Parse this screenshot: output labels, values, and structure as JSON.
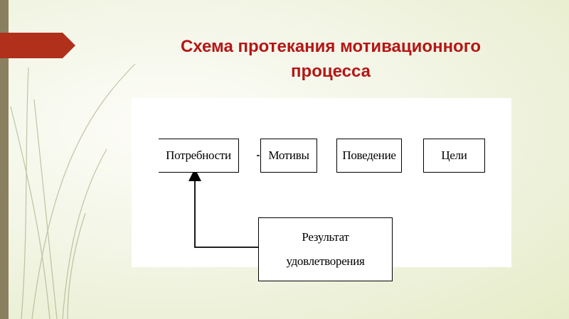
{
  "slide": {
    "title_line1": "Схема протекания мотивационного",
    "title_line2": "процесса"
  },
  "diagram": {
    "boxes": {
      "needs": "Потребности",
      "motives": "Мотивы",
      "behavior": "Поведение",
      "goals": "Цели",
      "result_line1": "Результат",
      "result_line2": "удовлетворения"
    }
  },
  "colors": {
    "title": "#b41616",
    "banner": "#b0301c",
    "side_bar": "#8a8060"
  }
}
